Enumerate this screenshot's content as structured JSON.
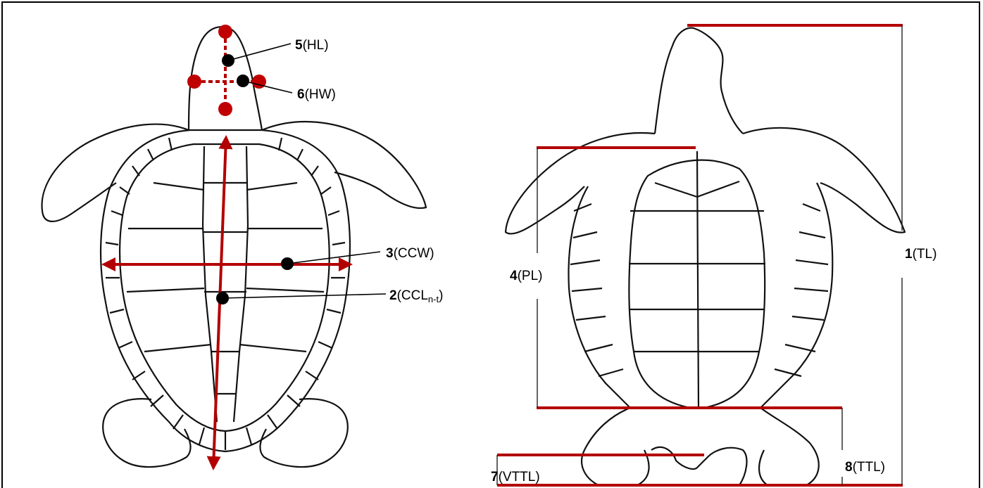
{
  "colors": {
    "measure": "#b30000",
    "outline": "#111111",
    "dot": "#000000",
    "background": "#ffffff"
  },
  "dorsal_view": {
    "labels": [
      {
        "id": "hl",
        "num": "5",
        "text": "(HL)"
      },
      {
        "id": "hw",
        "num": "6",
        "text": "(HW)"
      },
      {
        "id": "ccw",
        "num": "3",
        "text": "(CCW)"
      },
      {
        "id": "ccl",
        "num": "2",
        "text": "(CCL",
        "sub": "n-t",
        "tail": ")"
      }
    ]
  },
  "ventral_view": {
    "labels": [
      {
        "id": "tl",
        "num": "1",
        "text": "(TL)"
      },
      {
        "id": "pl",
        "num": "4",
        "text": "(PL)"
      },
      {
        "id": "ttl",
        "num": "8",
        "text": "(TTL)"
      },
      {
        "id": "vttl",
        "num": "7",
        "text": "(VTTL)"
      }
    ]
  }
}
